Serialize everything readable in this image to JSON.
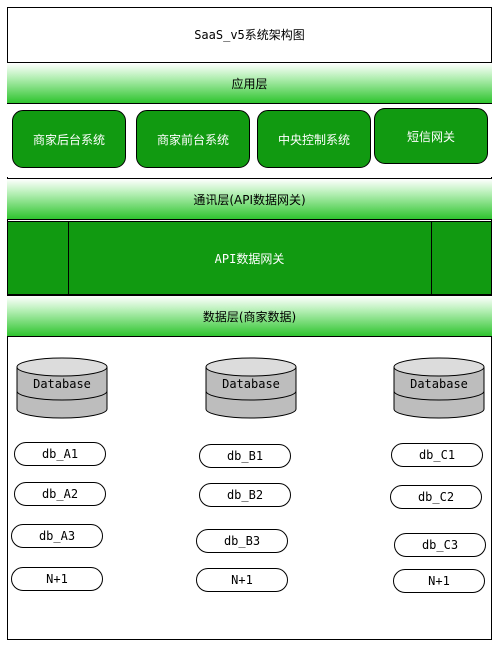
{
  "title": "SaaS_v5系统架构图",
  "layers": {
    "application": {
      "label": "应用层",
      "systems": [
        "商家后台系统",
        "商家前台系统",
        "中央控制系统",
        "短信网关"
      ]
    },
    "communication": {
      "label": "通讯层(API数据网关)",
      "gateway": "API数据网关"
    },
    "data": {
      "label": "数据层(商家数据)",
      "columns": [
        {
          "database": "Database",
          "dbs": [
            "db_A1",
            "db_A2",
            "db_A3",
            "N+1"
          ]
        },
        {
          "database": "Database",
          "dbs": [
            "db_B1",
            "db_B2",
            "db_B3",
            "N+1"
          ]
        },
        {
          "database": "Database",
          "dbs": [
            "db_C1",
            "db_C2",
            "db_C3",
            "N+1"
          ]
        }
      ]
    }
  },
  "colors": {
    "green_dark": "#119a11",
    "green_band": "#2fc42f",
    "cylinder": "#bdbdbd"
  }
}
